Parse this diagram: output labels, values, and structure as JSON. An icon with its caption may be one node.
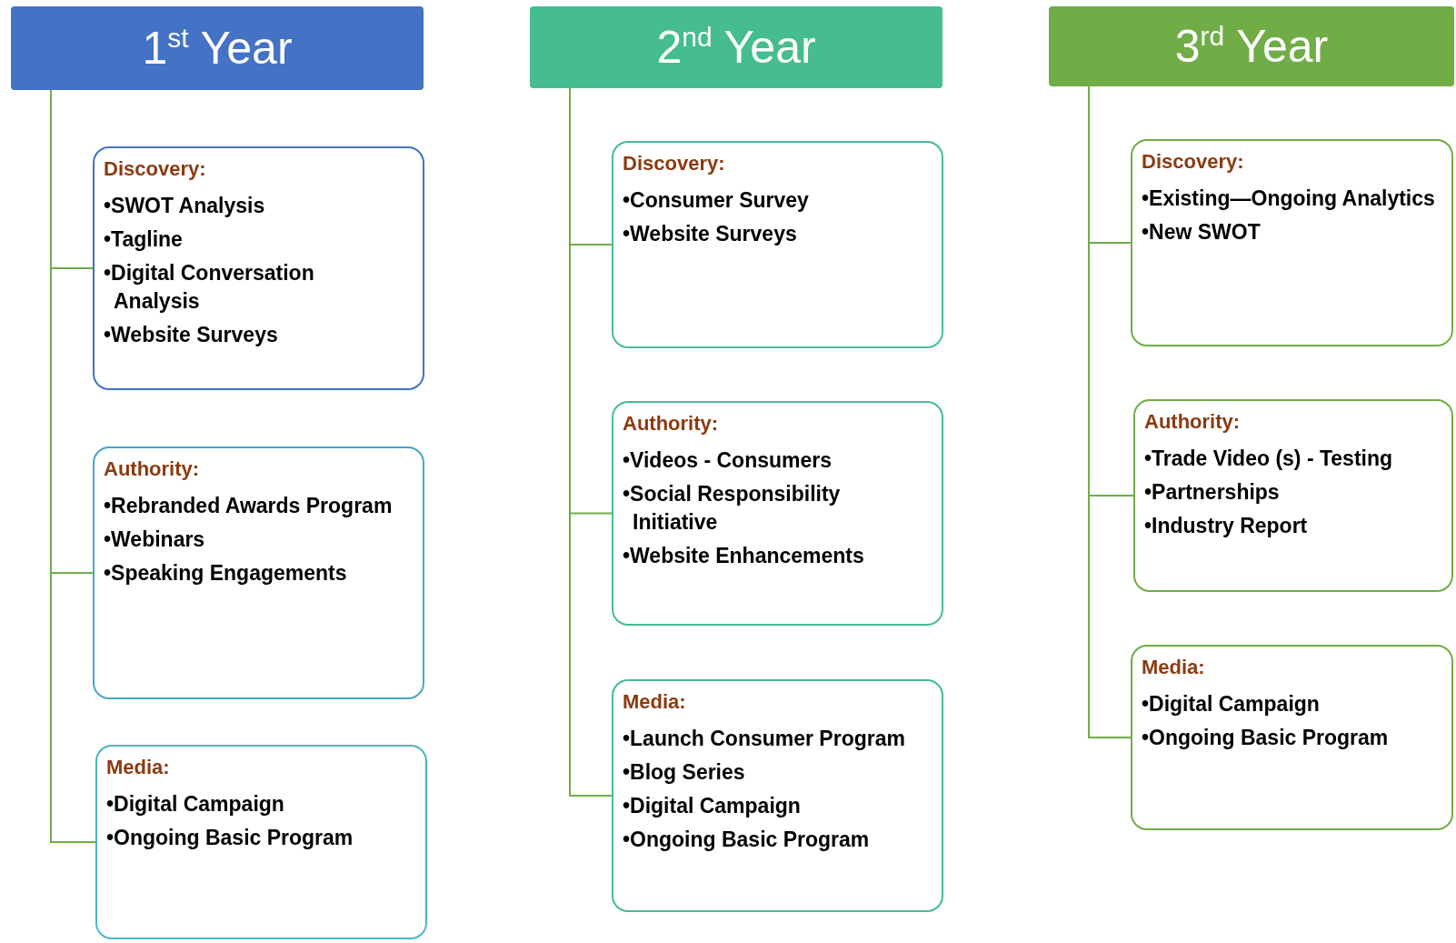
{
  "diagram": {
    "nodes": [
      {
        "text": [
          "1$^{st}$ Year"
        ]
      },
      {
        "text": [
          "Discovery:",
          "•SWOT Analysis",
          "•Tagline",
          "•Digital Conversation Analysis",
          "•Website Surveys"
        ]
      },
      {
        "text": [
          "Authority:",
          "•Rebranded Awards Program",
          "•Webinars",
          "•Speaking Engagements"
        ]
      },
      {
        "text": [
          "Media:",
          "•Digital Campaign",
          "•Ongoing Basic Program"
        ]
      },
      {
        "text": [
          "2$^{nd}$ Year"
        ]
      },
      {
        "text": [
          "Discovery:",
          "•Consumer Survey",
          "•Website Surveys"
        ]
      },
      {
        "text": [
          "Authority:",
          "•Videos - Consumers",
          "•Social Responsibility Initiative",
          "•Website Enhancements"
        ]
      },
      {
        "text": [
          "Media:",
          "•Launch Consumer Program",
          "•Blog Series",
          "•Digital Campaign",
          "•Ongoing Basic Program"
        ]
      },
      {
        "text": [
          "3$^{rd}$ Year"
        ]
      },
      {
        "text": [
          "Discovery:",
          "•Existing—Ongoing Analytics",
          "•New SWOT"
        ]
      },
      {
        "text": [
          "Authority:",
          "•Trade Video (s) - Testing",
          "•Partnerships",
          "•Industry Report"
        ]
      },
      {
        "text": [
          "Media:",
          "•Digital Campaign",
          "•Ongoing Basic Program"
        ]
      }
    ],
    "edges": [
      {
        "from": 0,
        "to": 1,
        "arrow": "none"
      },
      {
        "from": 0,
        "to": 2,
        "arrow": "none"
      },
      {
        "from": 0,
        "to": 3,
        "arrow": "none"
      },
      {
        "from": 4,
        "to": 5,
        "arrow": "none"
      },
      {
        "from": 4,
        "to": 6,
        "arrow": "none"
      },
      {
        "from": 4,
        "to": 7,
        "arrow": "none"
      },
      {
        "from": 8,
        "to": 9,
        "arrow": "none"
      },
      {
        "from": 8,
        "to": 10,
        "arrow": "none"
      },
      {
        "from": 8,
        "to": 11,
        "arrow": "none"
      }
    ]
  }
}
